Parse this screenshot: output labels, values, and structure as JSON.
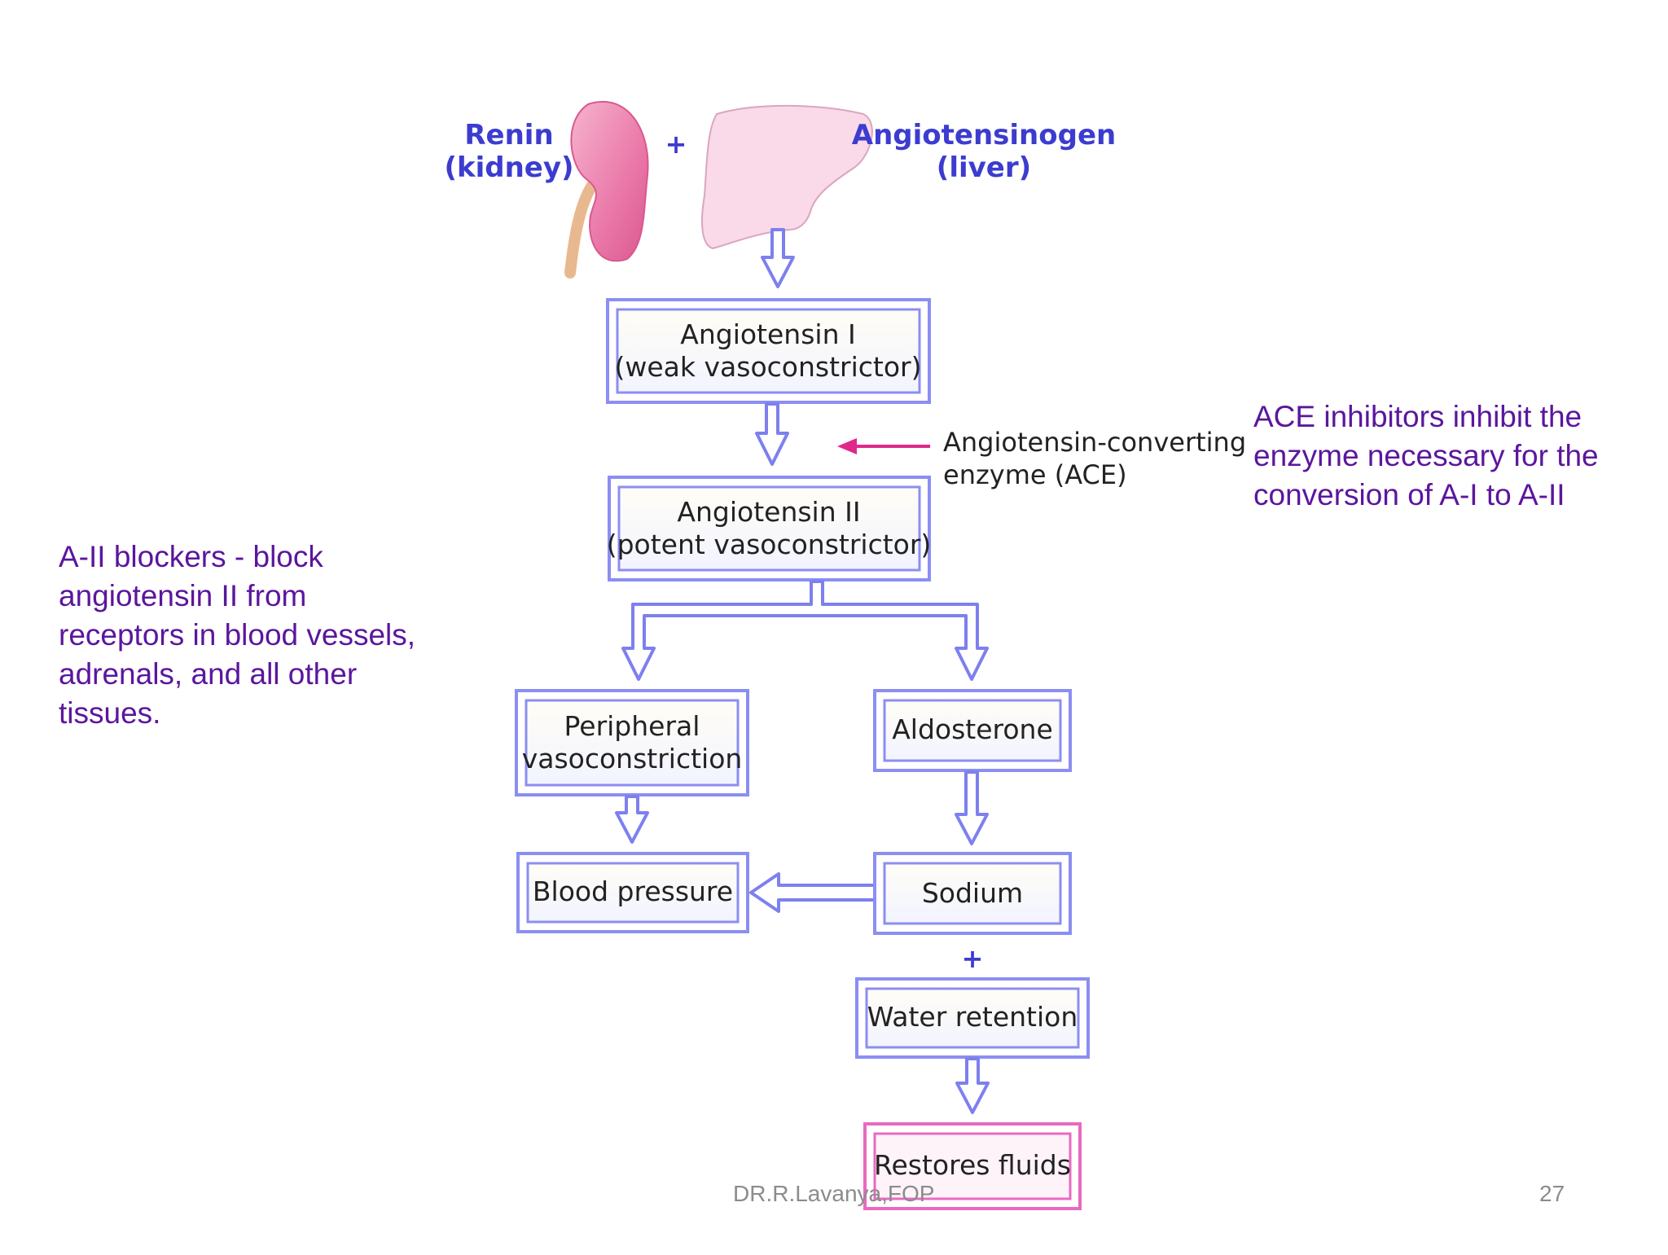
{
  "diagram": {
    "renin_label": [
      "Renin",
      "(kidney)"
    ],
    "plus_top": "+",
    "angiotensinogen_label": [
      "Angiotensinogen",
      "(liver)"
    ],
    "angiotensin1": [
      "Angiotensin I",
      "(weak vasoconstrictor)"
    ],
    "ace_label": [
      "Angiotensin-converting",
      "enzyme (ACE)"
    ],
    "angiotensin2": [
      "Angiotensin II",
      "(potent vasoconstrictor)"
    ],
    "peripheral": [
      "Peripheral",
      "vasoconstriction"
    ],
    "aldosterone": "Aldosterone",
    "blood_pressure": "Blood pressure",
    "sodium": "Sodium",
    "plus_bottom": "+",
    "water_retention": "Water retention",
    "restores_fluids": "Restores fluids"
  },
  "notes": {
    "ace_inhibitors": [
      "ACE inhibitors inhibit the",
      "enzyme necessary for the",
      "conversion of A-I to A-II"
    ],
    "a2_blockers": [
      "A-II blockers -  block",
      "angiotensin II from",
      "receptors in blood vessels,",
      "adrenals, and all other",
      "tissues."
    ]
  },
  "footer": {
    "author": "DR.R.Lavanya,FOP",
    "page_number": "27"
  },
  "colors": {
    "note_text": "#5b169d",
    "box_border": "#8b8ef2",
    "box_fill": "#f8f8ff",
    "heading_blue": "#3c3cd0",
    "ace_arrow": "#e0288a",
    "restores_border": "#e86ac0"
  }
}
